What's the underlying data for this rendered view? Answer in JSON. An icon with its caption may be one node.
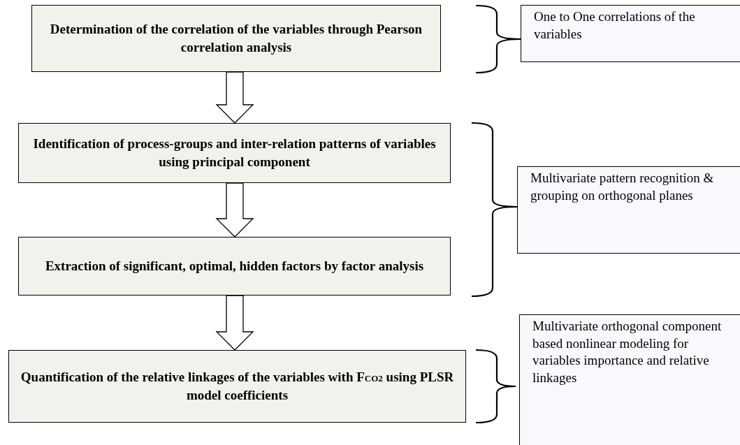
{
  "diagram": {
    "nodes": [
      {
        "text": [
          "Determination of the correlation of the variables through Pearson correlation analysis"
        ]
      },
      {
        "text": [
          "Identification of process-groups and inter-relation patterns of variables using principal component"
        ]
      },
      {
        "text": [
          "Extraction of significant, optimal, hidden factors by factor analysis"
        ]
      },
      {
        "text": [
          "Quantification of the relative linkages of the variables with F$_{CO2}$ using PLSR model coefficients"
        ]
      },
      {
        "text": [
          "One to One correlations of the variables"
        ]
      },
      {
        "text": [
          "Multivariate pattern recognition & grouping on orthogonal planes"
        ]
      },
      {
        "text": [
          "Multivariate orthogonal component based nonlinear modeling for variables importance and relative linkages"
        ]
      }
    ],
    "edges": [
      {
        "from": 0,
        "to": 1,
        "arrow": "to"
      },
      {
        "from": 1,
        "to": 2,
        "arrow": "to"
      },
      {
        "from": 2,
        "to": 3,
        "arrow": "to"
      }
    ]
  }
}
